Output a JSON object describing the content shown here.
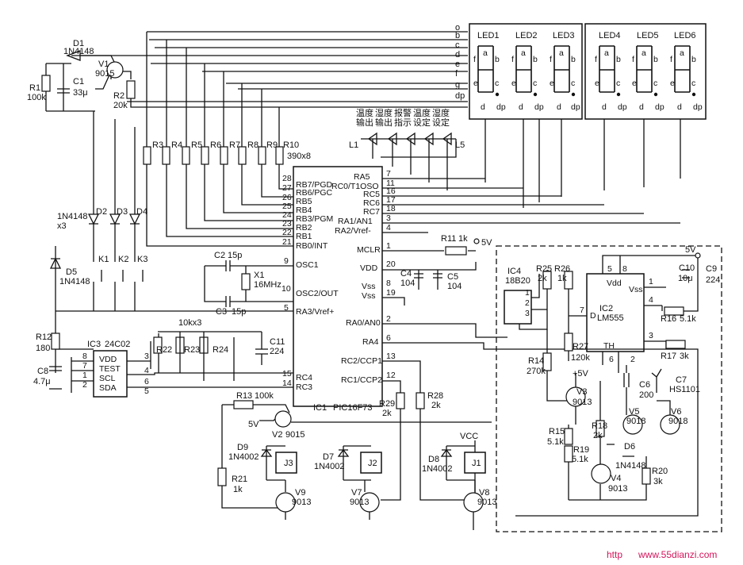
{
  "chips": {
    "ic1": {
      "name": "IC1",
      "part": "PIC16F73"
    },
    "ic2": {
      "name": "IC2",
      "part": "LM555",
      "pins": {
        "vdd": "Vdd",
        "vss": "Vss",
        "d": "D",
        "th": "TH"
      }
    },
    "ic3": {
      "name": "IC3",
      "part": "24C02",
      "pins": [
        "VDD",
        "TEST",
        "SCL",
        "SDA"
      ]
    },
    "ic4": {
      "name": "IC4",
      "part": "18B20"
    }
  },
  "ic1_left_pins": [
    {
      "num": "28",
      "label": "RB7/PGD"
    },
    {
      "num": "27",
      "label": "RB6/PGC"
    },
    {
      "num": "26",
      "label": "RB5"
    },
    {
      "num": "25",
      "label": "RB4"
    },
    {
      "num": "24",
      "label": "RB3/PGM"
    },
    {
      "num": "23",
      "label": "RB2"
    },
    {
      "num": "22",
      "label": "RB1"
    },
    {
      "num": "21",
      "label": "RB0/INT"
    },
    {
      "num": "9",
      "label": "OSC1"
    },
    {
      "num": "10",
      "label": "OSC2/OUT"
    },
    {
      "num": "5",
      "label": "RA3/Vref+"
    },
    {
      "num": "15",
      "label": "RC4"
    },
    {
      "num": "14",
      "label": "RC3"
    }
  ],
  "ic1_right_pins": [
    {
      "num": "7",
      "label": "RA5"
    },
    {
      "num": "11",
      "label": "RC0/T1OSO"
    },
    {
      "num": "16",
      "label": "RC5"
    },
    {
      "num": "17",
      "label": "RC6"
    },
    {
      "num": "18",
      "label": "RC7"
    },
    {
      "num": "3",
      "label": "RA1/AN1"
    },
    {
      "num": "4",
      "label": "RA2/Vref-"
    },
    {
      "num": "1",
      "label": "MCLR"
    },
    {
      "num": "20",
      "label": "VDD"
    },
    {
      "num": "8",
      "label": "Vss"
    },
    {
      "num": "19",
      "label": "Vss"
    },
    {
      "num": "2",
      "label": "RA0/AN0"
    },
    {
      "num": "6",
      "label": "RA4"
    },
    {
      "num": "13",
      "label": "RC2/CCP1"
    },
    {
      "num": "12",
      "label": "RC1/CCP2"
    }
  ],
  "ic2_pins": [
    "5",
    "8",
    "1",
    "4",
    "7",
    "3",
    "6",
    "2"
  ],
  "ic3_pins": [
    "8",
    "7",
    "1",
    "2",
    "3",
    "4",
    "6",
    "5"
  ],
  "ic4_pins": [
    "1",
    "2",
    "3"
  ],
  "bus_lines": [
    "o",
    "b",
    "c",
    "d",
    "e",
    "f",
    "g",
    "dp"
  ],
  "led_displays": [
    "LED1",
    "LED2",
    "LED3",
    "LED4",
    "LED5",
    "LED6"
  ],
  "seg_letters": [
    "a",
    "b",
    "c",
    "d",
    "e",
    "f",
    "g",
    "dp"
  ],
  "indicator_leds": {
    "labels": [
      "温度\n输出",
      "湿度\n输出",
      "报警\n指示",
      "温度\n设定",
      "湿度\n设定"
    ],
    "first": "L1",
    "last": "L5"
  },
  "resistors": [
    {
      "ref": "R1",
      "value": "100k"
    },
    {
      "ref": "R2",
      "value": "20k"
    },
    {
      "ref": "R3"
    },
    {
      "ref": "R4"
    },
    {
      "ref": "R5"
    },
    {
      "ref": "R6"
    },
    {
      "ref": "R7"
    },
    {
      "ref": "R8"
    },
    {
      "ref": "R9"
    },
    {
      "ref": "R10",
      "value": "390x8"
    },
    {
      "ref": "R11",
      "value": "1k"
    },
    {
      "ref": "R12",
      "value": "180"
    },
    {
      "ref": "R13",
      "value": "100k"
    },
    {
      "ref": "R14",
      "value": "270k"
    },
    {
      "ref": "R15",
      "value": "5.1k"
    },
    {
      "ref": "R16",
      "value": "5.1k"
    },
    {
      "ref": "R17",
      "value": "3k"
    },
    {
      "ref": "R18",
      "value": "2k"
    },
    {
      "ref": "R19",
      "value": "5.1k"
    },
    {
      "ref": "R20",
      "value": "3k"
    },
    {
      "ref": "R21",
      "value": "1k"
    },
    {
      "ref": "R22"
    },
    {
      "ref": "R23"
    },
    {
      "ref": "R24"
    },
    {
      "ref": "R25",
      "value": "2k"
    },
    {
      "ref": "R26",
      "value": "1k"
    },
    {
      "ref": "R27",
      "value": "120k"
    },
    {
      "ref": "R28",
      "value": "2k"
    },
    {
      "ref": "R29",
      "value": "2k"
    }
  ],
  "resistor_array": "10kx3",
  "capacitors": [
    {
      "ref": "C1",
      "value": "33μ"
    },
    {
      "ref": "C2",
      "value": "15p"
    },
    {
      "ref": "C3",
      "value": "15p"
    },
    {
      "ref": "C4",
      "value": "104"
    },
    {
      "ref": "C5",
      "value": "104"
    },
    {
      "ref": "C6",
      "value": "200"
    },
    {
      "ref": "C7",
      "value": "HS1101"
    },
    {
      "ref": "C8",
      "value": "4.7μ"
    },
    {
      "ref": "C9",
      "value": "224"
    },
    {
      "ref": "C10",
      "value": "10μ"
    },
    {
      "ref": "C11",
      "value": "224"
    }
  ],
  "diodes": [
    {
      "ref": "D1",
      "value": "1N4148"
    },
    {
      "ref": "D2"
    },
    {
      "ref": "D3"
    },
    {
      "ref": "D4"
    },
    {
      "ref": "D5",
      "value": "1N4148"
    },
    {
      "ref": "D6",
      "value": "1N4148"
    },
    {
      "ref": "D7",
      "value": "1N4002"
    },
    {
      "ref": "D8",
      "value": "1N4002"
    },
    {
      "ref": "D9",
      "value": "1N4002"
    }
  ],
  "diode_group_note": "1N4148\nx3",
  "transistors": [
    {
      "ref": "V1",
      "value": "9015"
    },
    {
      "ref": "V2",
      "value": "9015"
    },
    {
      "ref": "V3",
      "value": "9013"
    },
    {
      "ref": "V4",
      "value": "9013"
    },
    {
      "ref": "V5",
      "value": "9018"
    },
    {
      "ref": "V6",
      "value": "9018"
    },
    {
      "ref": "V7",
      "value": "9013"
    },
    {
      "ref": "V8",
      "value": "9013"
    },
    {
      "ref": "V9",
      "value": "9013"
    }
  ],
  "relays": [
    "J1",
    "J2",
    "J3"
  ],
  "keys": [
    "K1",
    "K2",
    "K3"
  ],
  "crystal": {
    "ref": "X1",
    "value": "16MHz"
  },
  "supplies": {
    "plus5": "5V",
    "plus5b": "+5V",
    "vcc": "VCC"
  },
  "watermark": "www.55dianzi.com",
  "watermark_prefix": "http"
}
